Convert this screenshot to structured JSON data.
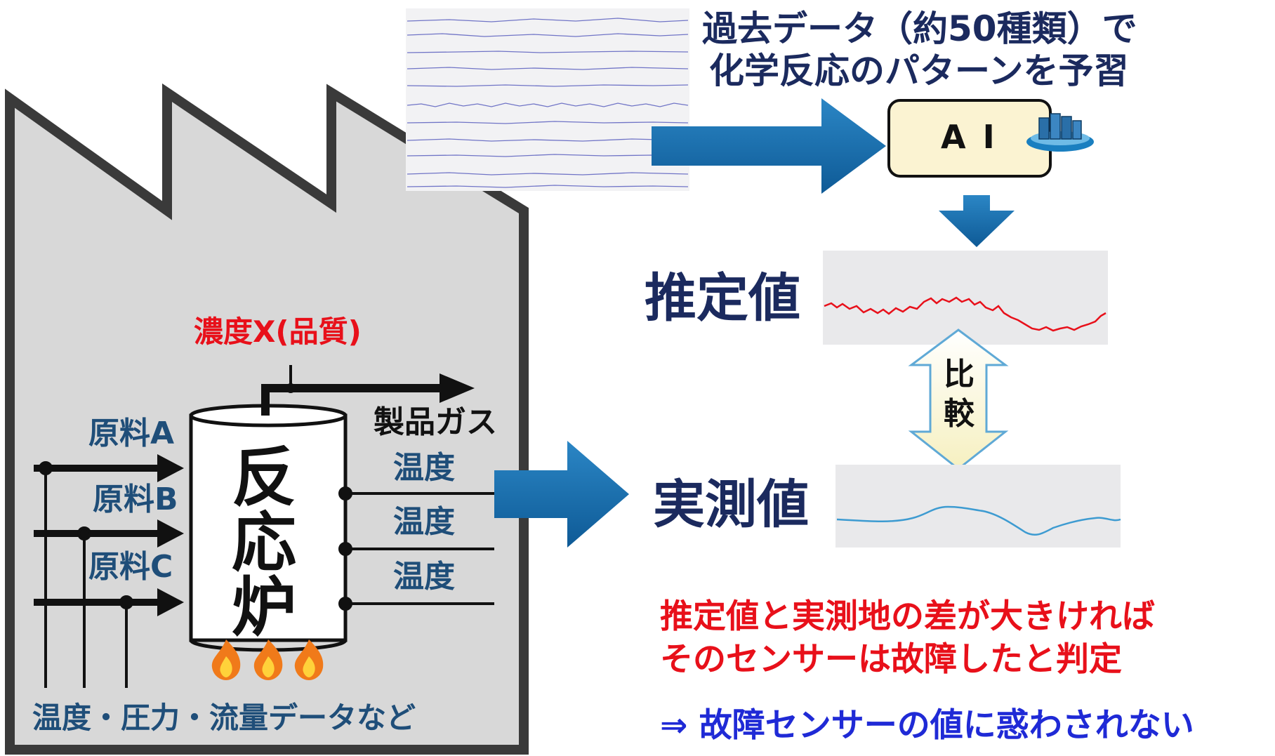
{
  "title": {
    "line1": "過去データ（約50種類）で",
    "line2": "化学反応のパターンを予習"
  },
  "ai_box": {
    "label": "A I",
    "icon": "database-stack-icon"
  },
  "estimated": {
    "label": "推定値",
    "color": "#e8101a"
  },
  "compare": {
    "char1": "比",
    "char2": "較"
  },
  "measured": {
    "label": "実測値",
    "color": "#3d9bd1"
  },
  "factory": {
    "quality_label": "濃度X(品質)",
    "product_gas": "製品ガス",
    "reactor_chars": [
      "反",
      "応",
      "炉"
    ],
    "inputs": [
      "原料A",
      "原料B",
      "原料C"
    ],
    "temps": [
      "温度",
      "温度",
      "温度"
    ],
    "bottom_label": "温度・圧力・流量データなど",
    "flame_icon": "flame-icon"
  },
  "conclusion": {
    "line1": "推定値と実測地の差が大きければ",
    "line2": "そのセンサーは故障したと判定",
    "line3": "⇒ 故障センサーの値に惑わされない"
  },
  "colors": {
    "arrow": "#1a6fae",
    "factory_fill": "#d8d8d8",
    "ai_fill": "#fbf3d2"
  }
}
